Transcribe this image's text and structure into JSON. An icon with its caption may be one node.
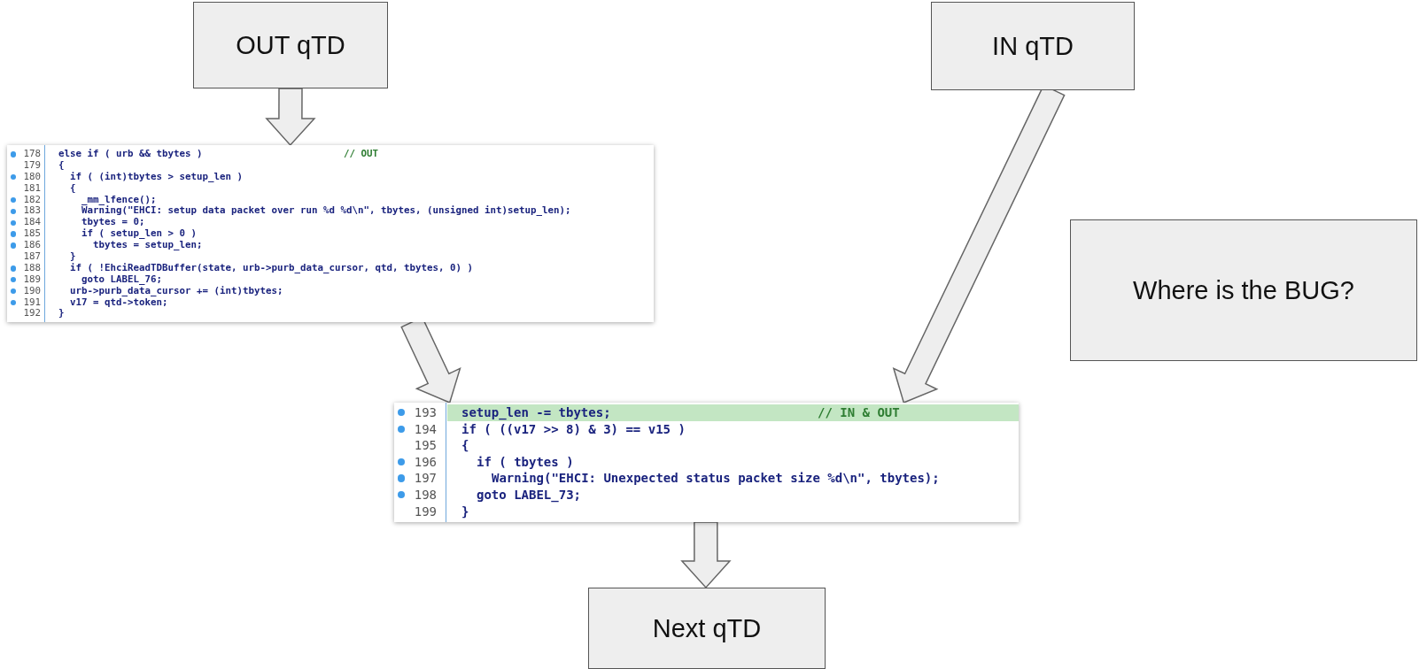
{
  "diagram": {
    "nodes": [
      {
        "text": [
          "OUT qTD"
        ]
      },
      {
        "text": [
          "IN qTD"
        ]
      },
      {
        "text": [
          "178",
          "else if ( urb && tbytes )",
          "// OUT",
          "179",
          "{",
          "180",
          "if ( (int)tbytes > setup_len )",
          "181",
          "{",
          "182",
          "_mm_lfence();",
          "183",
          "Warning(\"EHCI: setup data packet over run %d %d\\n\", tbytes, (unsigned int)setup_len);",
          "184",
          "tbytes = 0;",
          "185",
          "if ( setup_len > 0 )",
          "186",
          "tbytes = setup_len;",
          "187",
          "}",
          "188",
          "if ( !EhciReadTDBuffer(state, urb->purb_data_cursor, qtd, tbytes, 0) )",
          "189",
          "goto LABEL_76;",
          "190",
          "urb->purb_data_cursor += (int)tbytes;",
          "191",
          "v17 = qtd->token;",
          "192",
          "}"
        ]
      },
      {
        "text": [
          "Where is the BUG?"
        ]
      },
      {
        "text": [
          "193",
          "setup_len -= tbytes;",
          "// IN & OUT",
          "194",
          "if ( ((v17 >> 8) & 3) == v15 )",
          "195",
          "{",
          "196",
          "if ( tbytes )",
          "197",
          "Warning(\"EHCI: Unexpected status packet size %d\\n\", tbytes);",
          "198",
          "goto LABEL_73;",
          "199",
          "}"
        ]
      },
      {
        "text": [
          "Next qTD"
        ]
      }
    ],
    "edges": [
      {
        "from": 0,
        "to": 2,
        "arrow": "to"
      },
      {
        "from": 1,
        "to": 4,
        "arrow": "to"
      },
      {
        "from": 2,
        "to": 4,
        "arrow": "to"
      },
      {
        "from": 4,
        "to": 5,
        "arrow": "to"
      }
    ]
  }
}
